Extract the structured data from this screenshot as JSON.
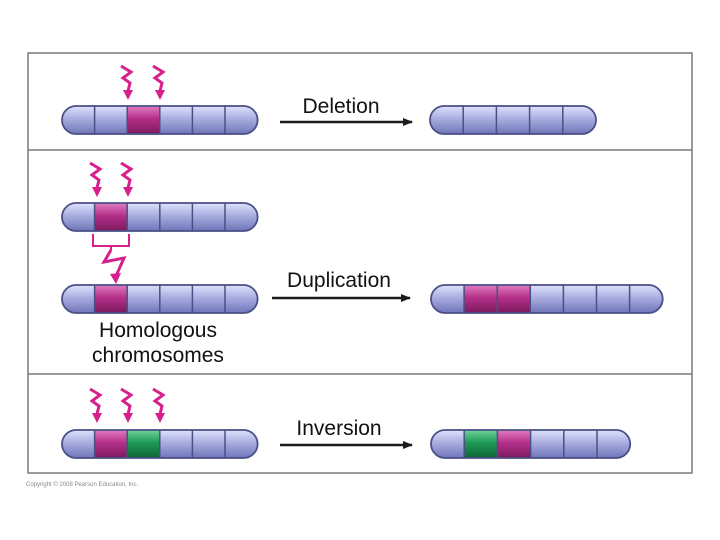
{
  "labels": {
    "deletion": "Deletion",
    "duplication": "Duplication",
    "inversion": "Inversion",
    "homologous_line1": "Homologous",
    "homologous_line2": "chromosomes"
  },
  "copyright": "Copyright © 2008 Pearson Education, Inc.",
  "colors": {
    "frame": "#7a7a7a",
    "chromosome_band": "#a9aee0",
    "chromosome_outline": "#4a4f86",
    "segment_magenta": "#b4308a",
    "segment_green": "#1f9a57",
    "lightning": "#d6218c",
    "arrow": "#1a1a1a"
  },
  "icons": [
    "lightning-bolt-icon",
    "arrow-right-icon",
    "chromosome"
  ]
}
